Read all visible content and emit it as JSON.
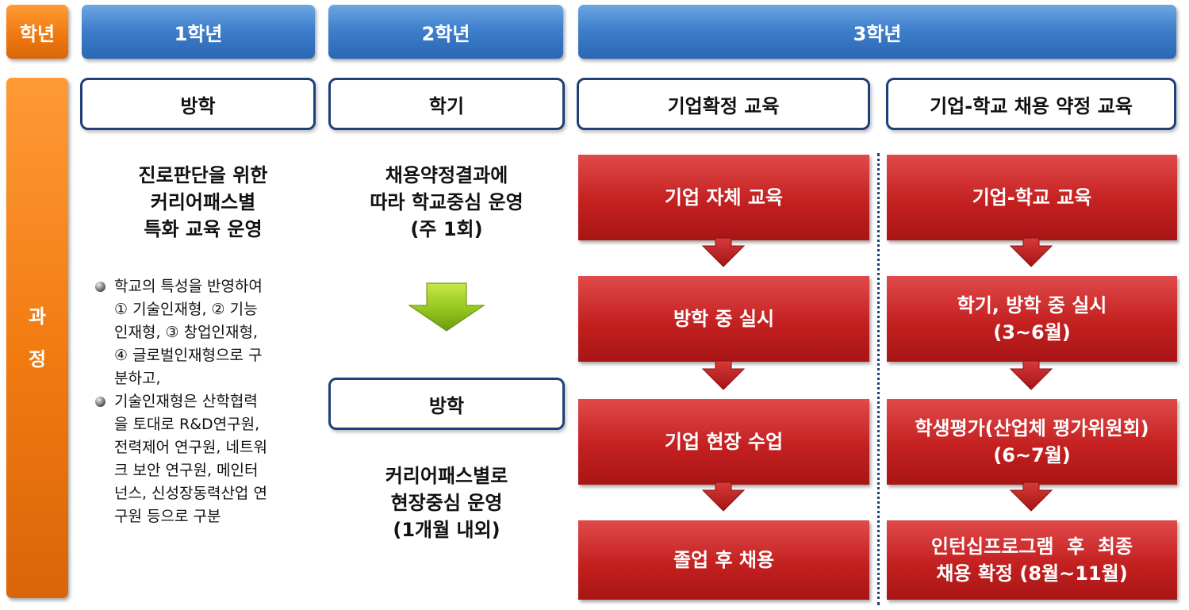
{
  "labels": {
    "year": "학년",
    "process_1": "과",
    "process_2": "정"
  },
  "years": [
    "1학년",
    "2학년",
    "3학년"
  ],
  "phases": {
    "vacation": "방학",
    "semester": "학기",
    "company_confirmed": "기업확정 교육",
    "company_school": "기업-학교 채용 약정 교육",
    "vacation_2": "방학"
  },
  "grade1": {
    "headline": [
      "진로판단을 위한",
      "커리어패스별",
      "특화 교육 운영"
    ],
    "bullets": [
      [
        "학교의 특성을 반영하여",
        "① 기술인재형, ② 기능",
        "인재형, ③ 창업인재형,",
        "④ 글로벌인재형으로 구",
        "분하고,"
      ],
      [
        "기술인재형은 산학협력",
        "을 토대로 R&D연구원,",
        "전력제어 연구원, 네트워",
        "크 보안 연구원, 메인터",
        "넌스, 신성장동력산업 연",
        "구원 등으로 구분"
      ]
    ]
  },
  "grade2": {
    "semester_text": [
      "채용약정결과에",
      "따라 학교중심 운영",
      "(주 1회)"
    ],
    "vacation_text": [
      "커리어패스별로",
      "현장중심 운영",
      "(1개월 내외)"
    ]
  },
  "grade3": {
    "company_flow": [
      [
        "기업 자체 교육"
      ],
      [
        "방학 중 실시"
      ],
      [
        "기업 현장 수업"
      ],
      [
        "졸업 후 채용"
      ]
    ],
    "school_flow": [
      [
        "기업-학교 교육"
      ],
      [
        "학기, 방학 중 실시",
        "(3~6월)"
      ],
      [
        "학생평가(산업체 평가위원회)",
        "(6~7월)"
      ],
      [
        "인턴십프로그램  후  최종",
        "채용 확정 (8월~11월)"
      ]
    ]
  },
  "colors": {
    "orange": "#f07a10",
    "blue": "#3f7fcc",
    "red": "#c42020",
    "navy_border": "#1f3f7a",
    "green_arrow": "#8fc21a"
  }
}
